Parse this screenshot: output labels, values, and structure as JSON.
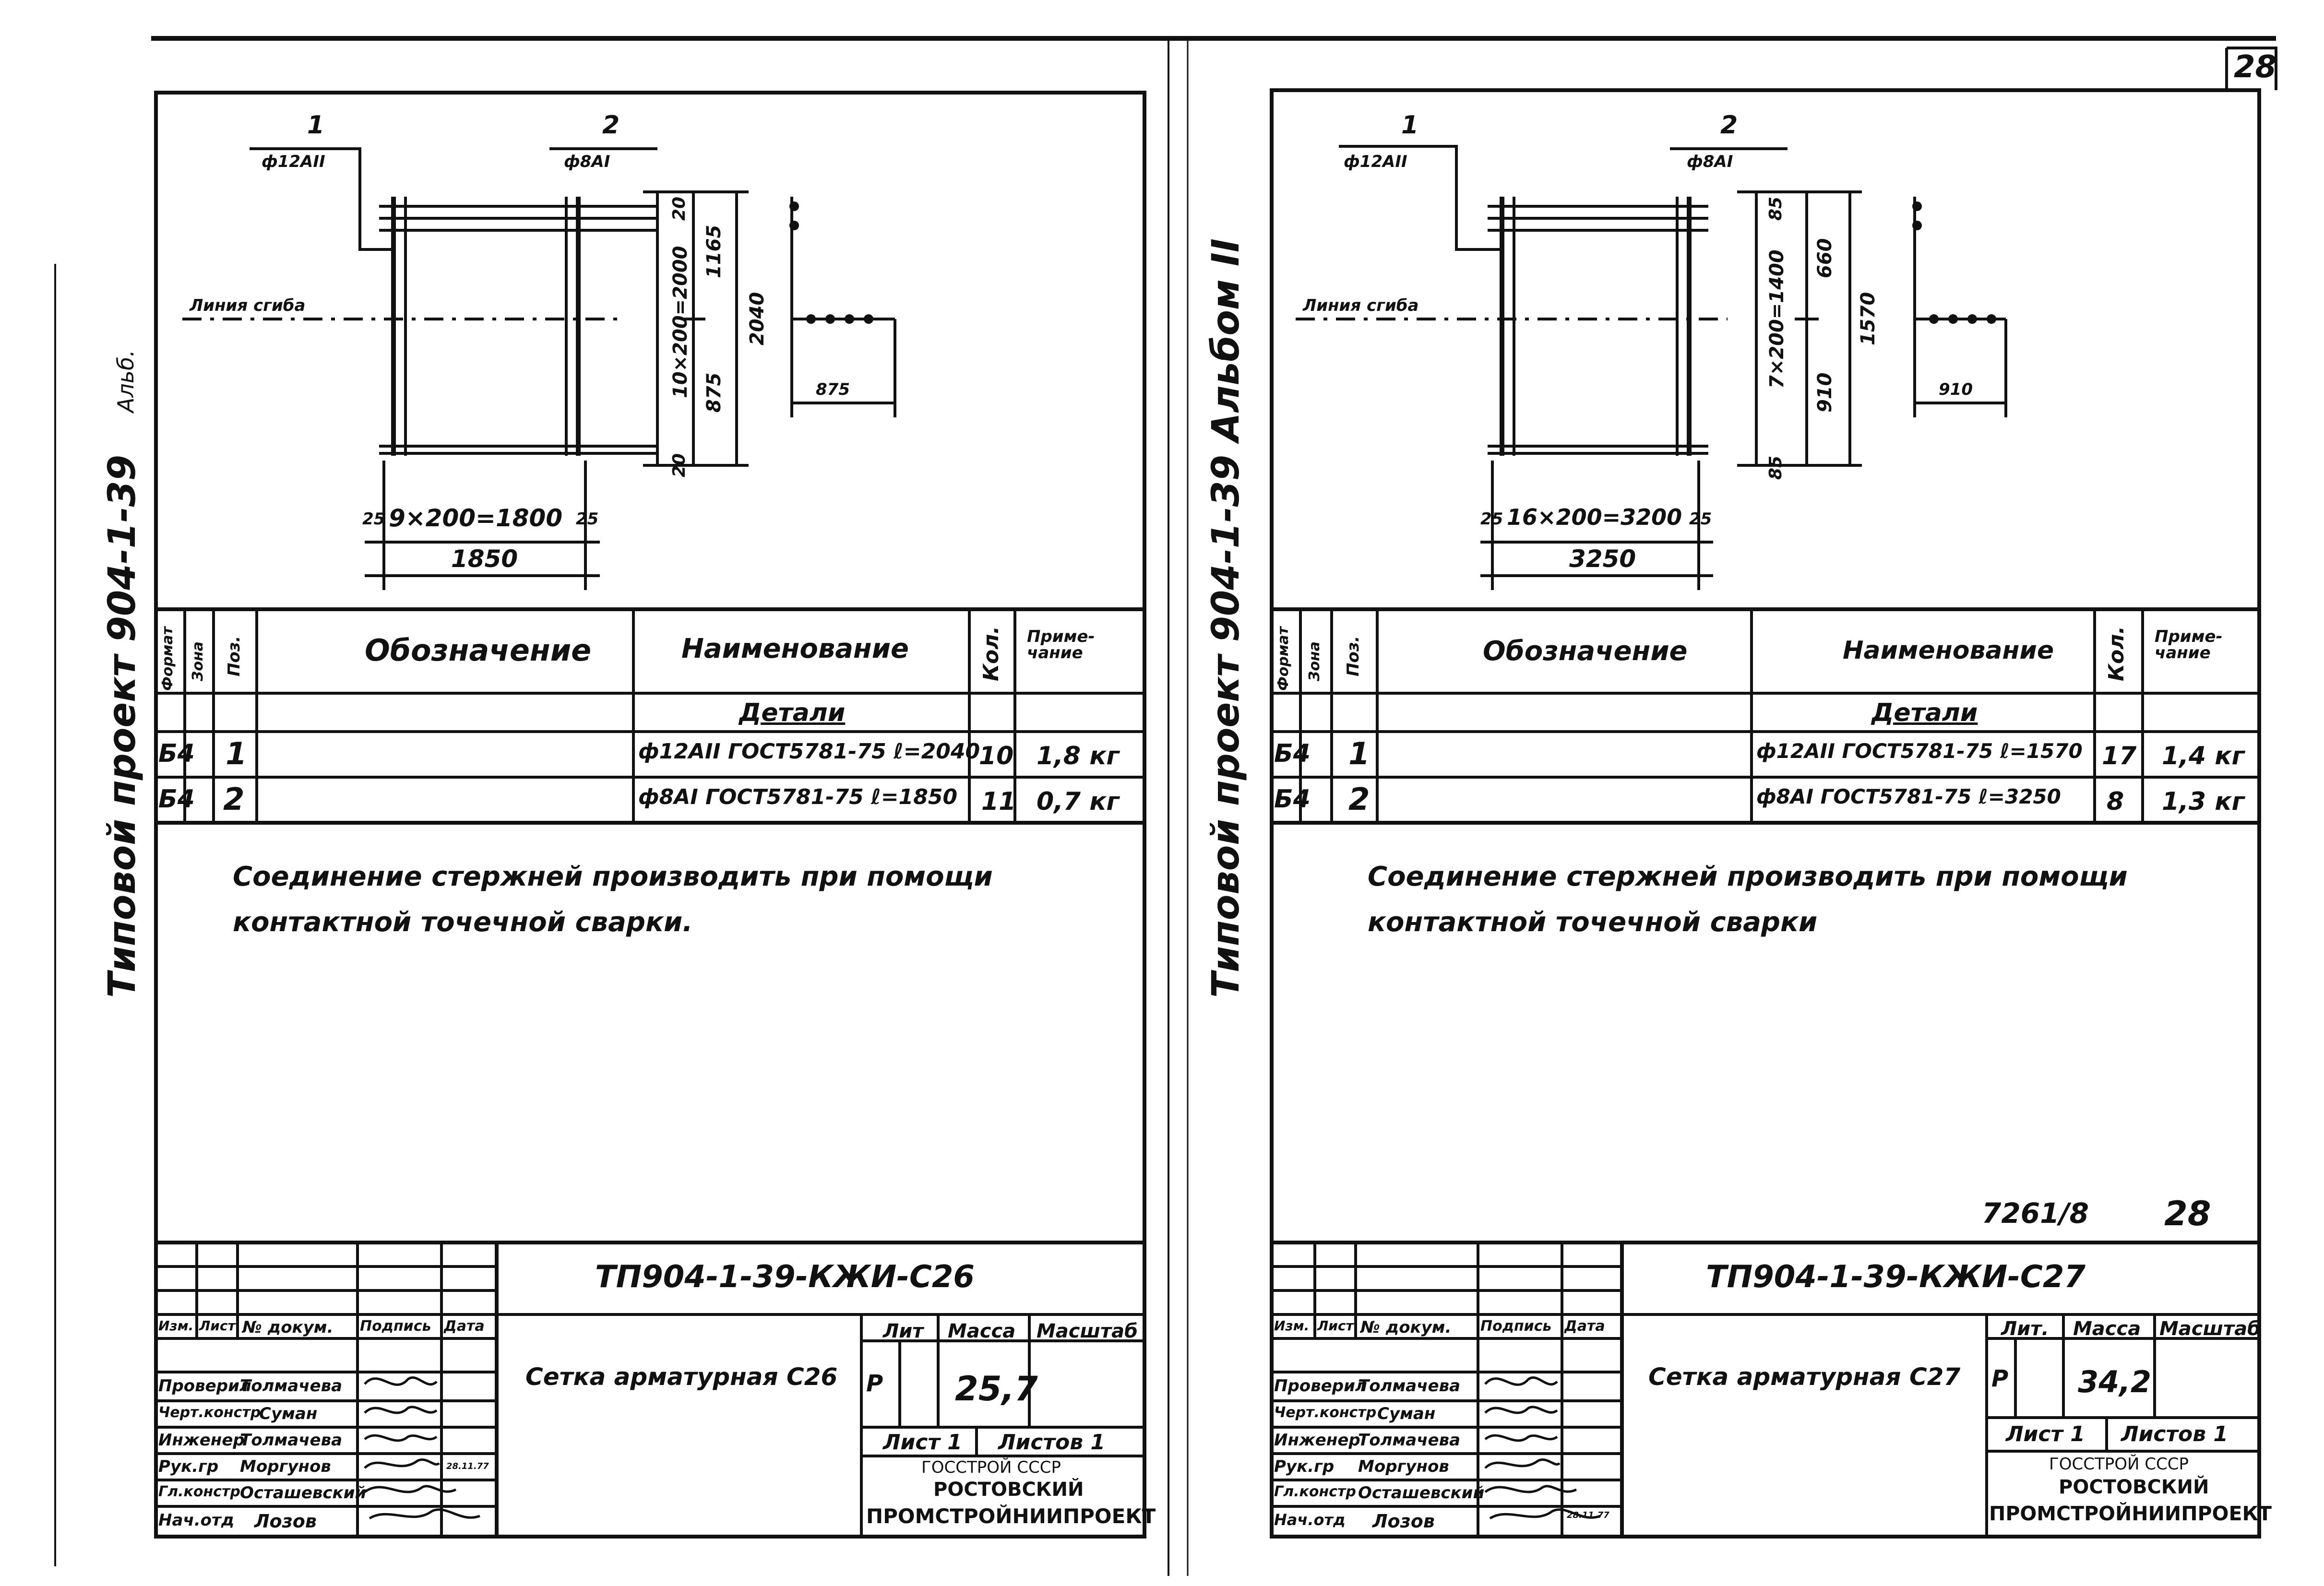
{
  "page_number": "28",
  "side_title": {
    "left": "Типовой проект 904-1-39",
    "left_note": "Альб.",
    "right": "Типовой проект 904-1-39 Альбом II"
  },
  "left": {
    "diagram": {
      "pos1_num": "1",
      "pos1_bar": "ф12АII",
      "pos2_num": "2",
      "pos2_bar": "ф8АI",
      "bend_label": "Линия сгиба",
      "dim_spacing_v": "10×200=2000",
      "dim_top_end": "20",
      "dim_bottom_end": "20",
      "dim_1165": "1165",
      "dim_875": "875",
      "dim_2040": "2040",
      "dim_spacing_h": "9×200=1800",
      "dim_left_end": "25",
      "dim_right_end": "25",
      "dim_total_w": "1850",
      "dim_profile": "875"
    },
    "table": {
      "headers": {
        "format": "Формат",
        "zone": "Зона",
        "pos": "Поз.",
        "designation": "Обозначение",
        "name": "Наименование",
        "qty": "Кол.",
        "note": "Приме-чание"
      },
      "section": "Детали",
      "rows": [
        {
          "format": "Б4",
          "pos": "1",
          "name": "ф12АII ГОСТ5781-75 ℓ=2040",
          "qty": "10",
          "note": "1,8 кг"
        },
        {
          "format": "Б4",
          "pos": "2",
          "name": "ф8АI ГОСТ5781-75 ℓ=1850",
          "qty": "11",
          "note": "0,7 кг"
        }
      ]
    },
    "note_line1": "Соединение   стержней   производить  при помощи",
    "note_line2": "контактной    точечной сварки.",
    "stamp": {
      "code": "ТП904-1-39-КЖИ-С26",
      "title": "Сетка арматурная С26",
      "cols": {
        "izm": "Изм.",
        "list": "Лист",
        "doc": "№ докум.",
        "sign": "Подпись",
        "date": "Дата"
      },
      "people": [
        {
          "role": "Проверил",
          "name": "Толмачева"
        },
        {
          "role": "Черт.констр",
          "name": "Суман"
        },
        {
          "role": "Инженер",
          "name": "Толмачева"
        },
        {
          "role": "Рук.гр",
          "name": "Моргунов"
        },
        {
          "role": "Гл.констр",
          "name": "Осташевский"
        },
        {
          "role": "Нач.отд",
          "name": "Лозов"
        }
      ],
      "date_small": "28.11.77",
      "lit_label": "Лит",
      "mass_label": "Масса",
      "scale_label": "Масштаб",
      "lit": "Р",
      "mass": "25,7",
      "sheet": "Лист 1",
      "sheets": "Листов 1",
      "org1": "ГОССТРОЙ СССР",
      "org2": "РОСТОВСКИЙ",
      "org3": "ПРОМСТРОЙНИИПРОЕКТ"
    }
  },
  "right": {
    "diagram": {
      "pos1_num": "1",
      "pos1_bar": "ф12АII",
      "pos2_num": "2",
      "pos2_bar": "ф8АI",
      "bend_label": "Линия сгиба",
      "dim_spacing_v": "7×200=1400",
      "dim_top_end": "85",
      "dim_bottom_end": "85",
      "dim_660": "660",
      "dim_910": "910",
      "dim_1570": "1570",
      "dim_spacing_h": "16×200=3200",
      "dim_left_end": "25",
      "dim_right_end": "25",
      "dim_total_w": "3250",
      "dim_profile": "910"
    },
    "table": {
      "headers": {
        "format": "Формат",
        "zone": "Зона",
        "pos": "Поз.",
        "designation": "Обозначение",
        "name": "Наименование",
        "qty": "Кол.",
        "note": "Приме-чание"
      },
      "section": "Детали",
      "rows": [
        {
          "format": "Б4",
          "pos": "1",
          "name": "ф12АII ГОСТ5781-75 ℓ=1570",
          "qty": "17",
          "note": "1,4 кг"
        },
        {
          "format": "Б4",
          "pos": "2",
          "name": "ф8АI ГОСТ5781-75 ℓ=3250",
          "qty": "8",
          "note": "1,3 кг"
        }
      ]
    },
    "note_line1": "Соединение стержней   производить   при помощи",
    "note_line2": "контактной  точечной  сварки",
    "bottom_number": "7261/8",
    "bottom_page": "28",
    "stamp": {
      "code": "ТП904-1-39-КЖИ-С27",
      "title": "Сетка арматурная С27",
      "cols": {
        "izm": "Изм.",
        "list": "Лист",
        "doc": "№ докум.",
        "sign": "Подпись",
        "date": "Дата"
      },
      "people": [
        {
          "role": "Проверил",
          "name": "Толмачева"
        },
        {
          "role": "Черт.констр",
          "name": "Суман"
        },
        {
          "role": "Инженер",
          "name": "Толмачева"
        },
        {
          "role": "Рук.гр",
          "name": "Моргунов"
        },
        {
          "role": "Гл.констр",
          "name": "Осташевский"
        },
        {
          "role": "Нач.отд",
          "name": "Лозов"
        }
      ],
      "date_small": "28.11.77",
      "lit_label": "Лит.",
      "mass_label": "Масса",
      "scale_label": "Масштаб",
      "lit": "Р",
      "mass": "34,2",
      "sheet": "Лист 1",
      "sheets": "Листов 1",
      "org1": "ГОССТРОЙ СССР",
      "org2": "РОСТОВСКИЙ",
      "org3": "ПРОМСТРОЙНИИПРОЕКТ"
    }
  }
}
